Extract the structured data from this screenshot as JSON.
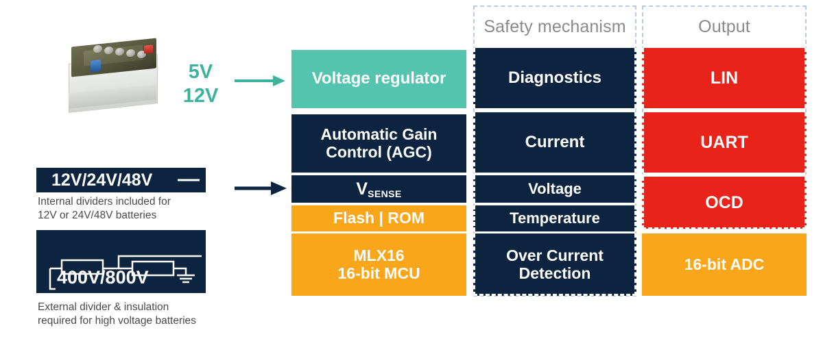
{
  "diagram": {
    "columns": {
      "safety_header": "Safety mechanism",
      "output_header": "Output"
    },
    "source": {
      "battery_icon": "car-battery-photo",
      "supply_line1": "5V",
      "supply_line2": "12V",
      "arrow_supply": "arrow-right-teal",
      "arrow_sense": "arrow-right-navy"
    },
    "left_boxes": [
      {
        "label": "12V/24V/48V",
        "icon": "dc-voltage-line",
        "caption_line1": "Internal dividers included for",
        "caption_line2": "12V or 24V/48V batteries"
      },
      {
        "label": "400V/800V",
        "icon": "resistor-divider-ground-schematic",
        "caption_line1": "External divider & insulation",
        "caption_line2": "required for high voltage batteries"
      }
    ],
    "blocks": {
      "voltage_regulator": "Voltage regulator",
      "agc_line1": "Automatic Gain",
      "agc_line2": "Control (AGC)",
      "vsense_main": "V",
      "vsense_sub": "SENSE",
      "flash_rom": "Flash | ROM",
      "mcu_line1": "MLX16",
      "mcu_line2": "16-bit MCU",
      "diagnostics": "Diagnostics",
      "current": "Current",
      "voltage": "Voltage",
      "temperature": "Temperature",
      "ocd_line1": "Over Current",
      "ocd_line2": "Detection",
      "lin": "LIN",
      "uart": "UART",
      "ocd": "OCD",
      "adc": "16-bit ADC"
    },
    "colors": {
      "navy": "#0d2440",
      "teal": "#54c4ae",
      "teal_text": "#3db39e",
      "amber": "#f9a61a",
      "red": "#e8241a",
      "dashed_border": "#b9cbe4",
      "header_text": "#8a8a8a",
      "caption_text": "#4a4a4a"
    }
  }
}
